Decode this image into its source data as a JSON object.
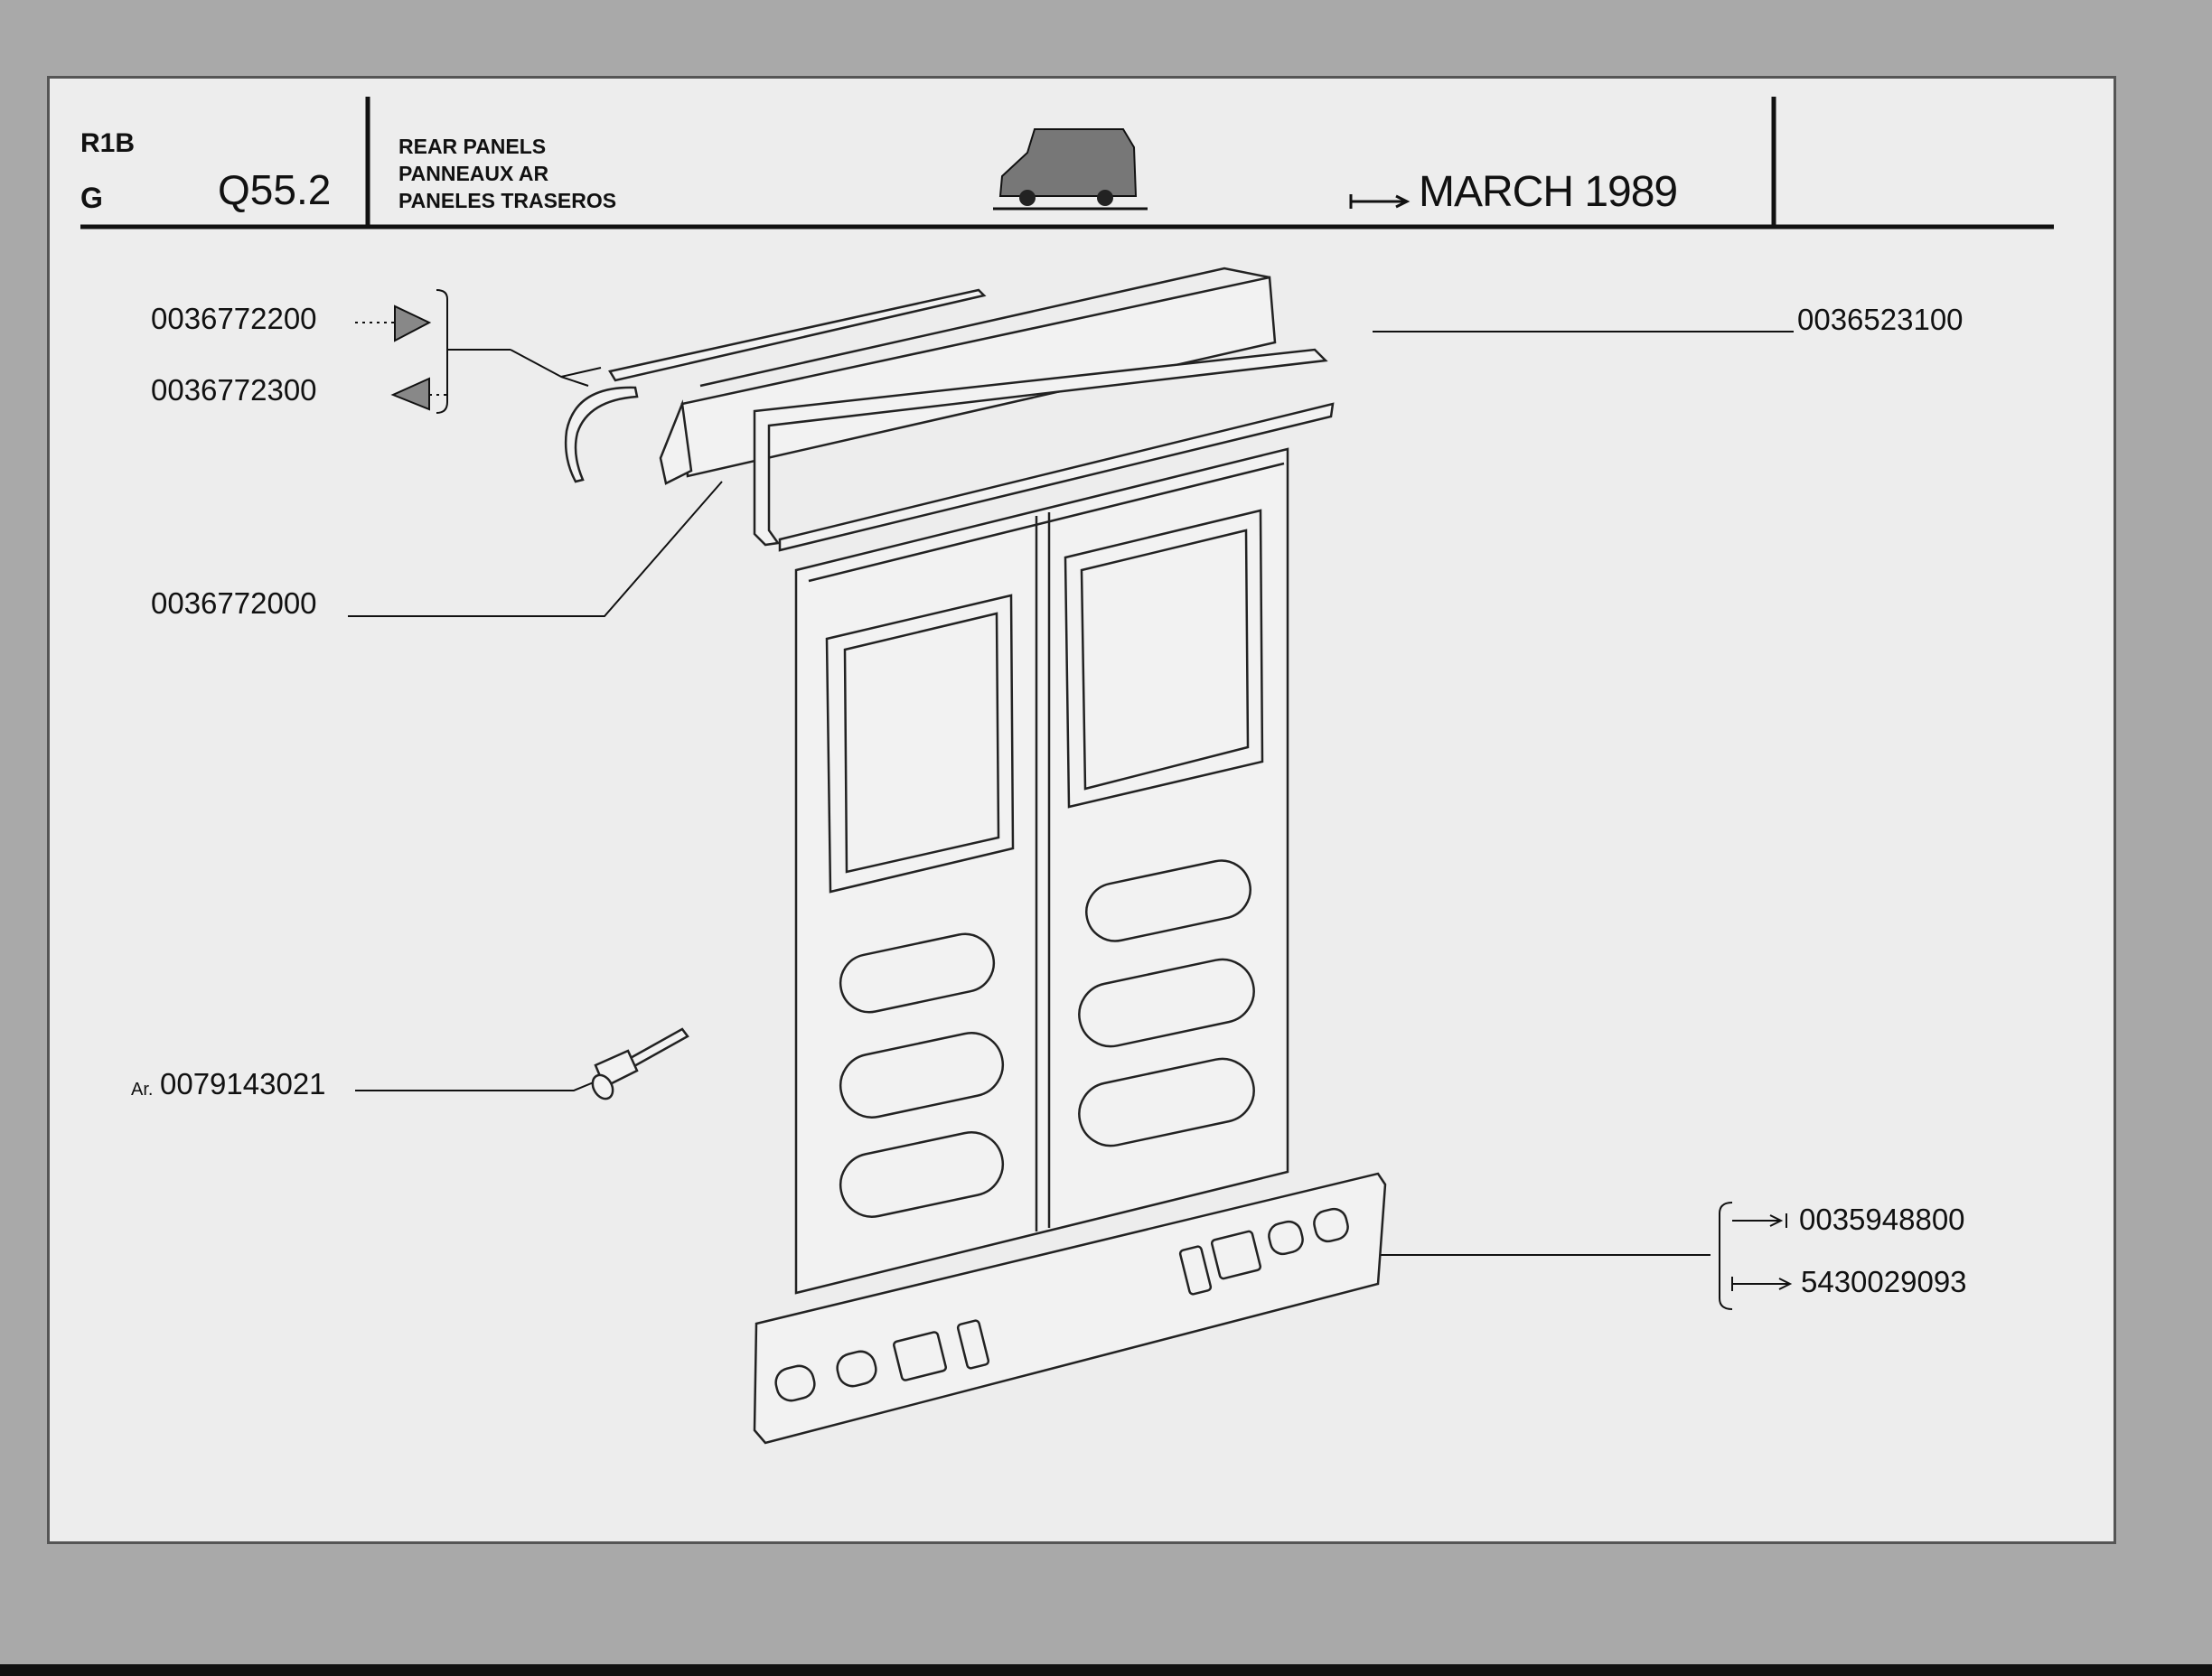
{
  "header": {
    "model_code": "R1B",
    "group_code": "G",
    "plate_number": "Q55.2",
    "title_lines": [
      "REAR PANELS",
      "PANNEAUX AR",
      "PANELES TRASEROS"
    ],
    "effective_date": "MARCH 1989"
  },
  "callouts": {
    "top_left_1": "0036772200",
    "top_left_2": "0036772300",
    "mid_left": "0036772000",
    "rivet_prefix": "Ar.",
    "rivet": "0079143021",
    "top_right": "0036523100",
    "bottom_right_1": "0035948800",
    "bottom_right_2": "5430029093"
  },
  "icons": [
    "van-icon",
    "date-arrow-icon",
    "triangle-right-icon",
    "triangle-left-icon",
    "rivet-icon"
  ]
}
